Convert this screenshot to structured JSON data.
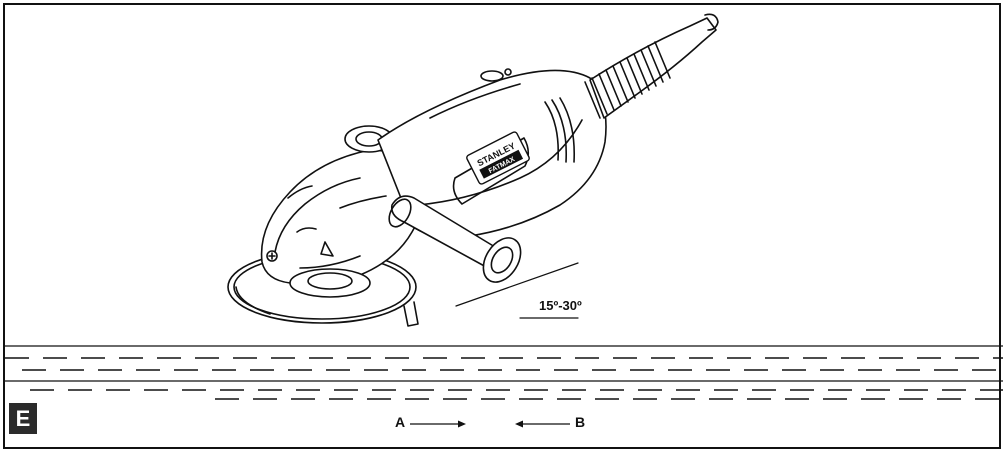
{
  "angle_label": "15º-30º",
  "figure_badge": "E",
  "brand_logo_text": [
    "STANLEY",
    "FATMAX"
  ],
  "direction_labels": {
    "a": "A",
    "b": "B"
  },
  "colors": {
    "line": "#111111",
    "badge_bg": "#2b2b2b",
    "badge_text": "#ffffff",
    "background": "#ffffff"
  }
}
